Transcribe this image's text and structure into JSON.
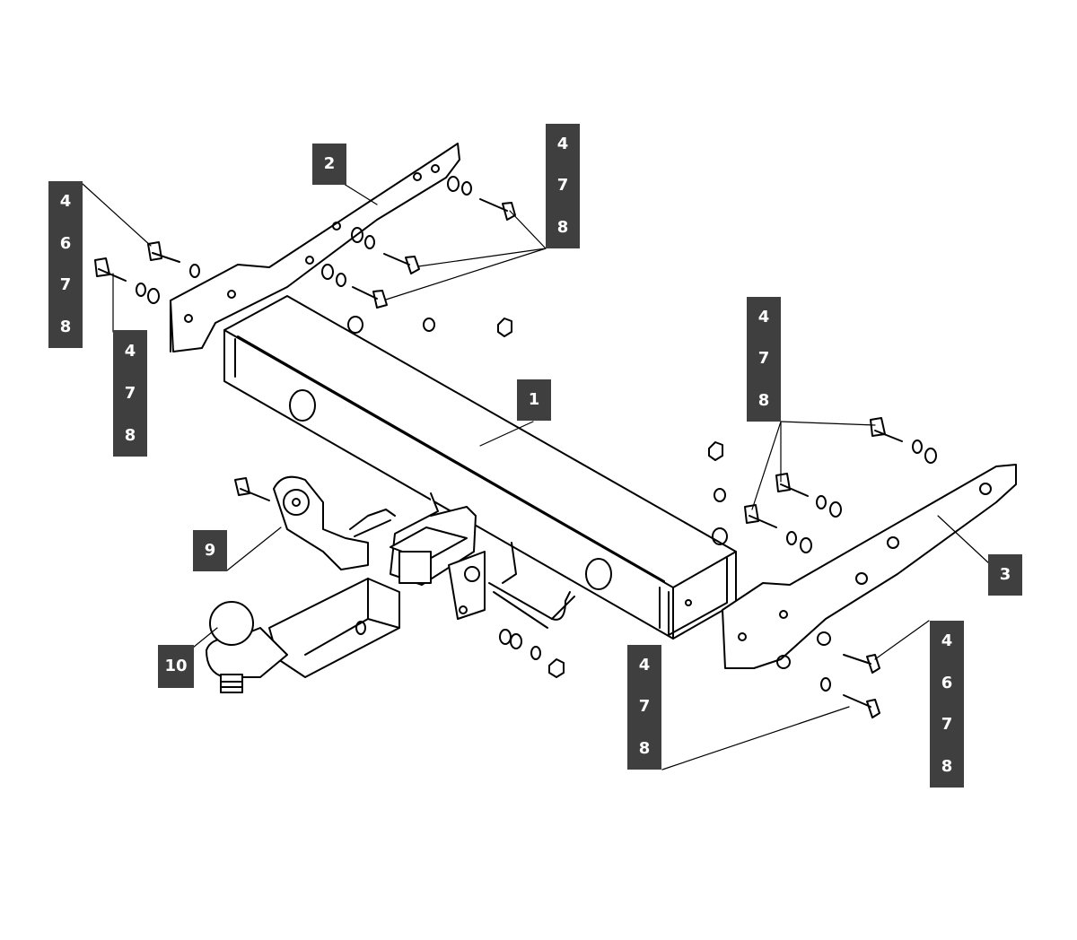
{
  "labels": {
    "part_1": "1",
    "part_2": "2",
    "part_3": "3",
    "part_9": "9",
    "part_10": "10",
    "stack_left_upper": [
      "4",
      "6",
      "7",
      "8"
    ],
    "stack_left_lower": [
      "4",
      "7",
      "8"
    ],
    "stack_top_center": [
      "4",
      "7",
      "8"
    ],
    "stack_right_upper": [
      "4",
      "7",
      "8"
    ],
    "stack_bottom_center": [
      "4",
      "7",
      "8"
    ],
    "stack_right_lower": [
      "4",
      "6",
      "7",
      "8"
    ]
  },
  "colors": {
    "label_background": "#3f3f3f",
    "label_text": "#ffffff",
    "line_art": "#000000"
  }
}
